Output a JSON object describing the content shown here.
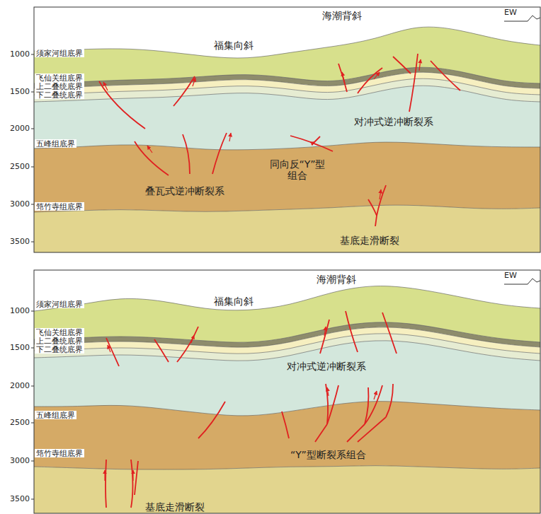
{
  "diagram": {
    "labels": [
      "海潮背斜",
      "EW",
      "福集向斜",
      "1000",
      "须家河组底界",
      "飞仙关组底界",
      "上二叠统底界",
      "下二叠统底界",
      "1500",
      "对冲式逆冲断裂系",
      "2000",
      "五峰组底界",
      "2500",
      "同向反“Y”型 组合",
      "叠瓦式逆冲断裂系",
      "3000",
      "筇竹寺组底界",
      "3500",
      "基底走滑断裂",
      "海潮背斜",
      "EW",
      "福集向斜",
      "1000",
      "须家河组底界",
      "飞仙关组底界",
      "上二叠统底界",
      "下二叠统底界",
      "1500",
      "对冲式逆冲断裂系",
      "2000",
      "五峰组底界",
      "2500",
      "“Y”型断裂系组合",
      "3000",
      "筇竹寺组底界",
      "3500",
      "基底走滑断裂"
    ]
  }
}
